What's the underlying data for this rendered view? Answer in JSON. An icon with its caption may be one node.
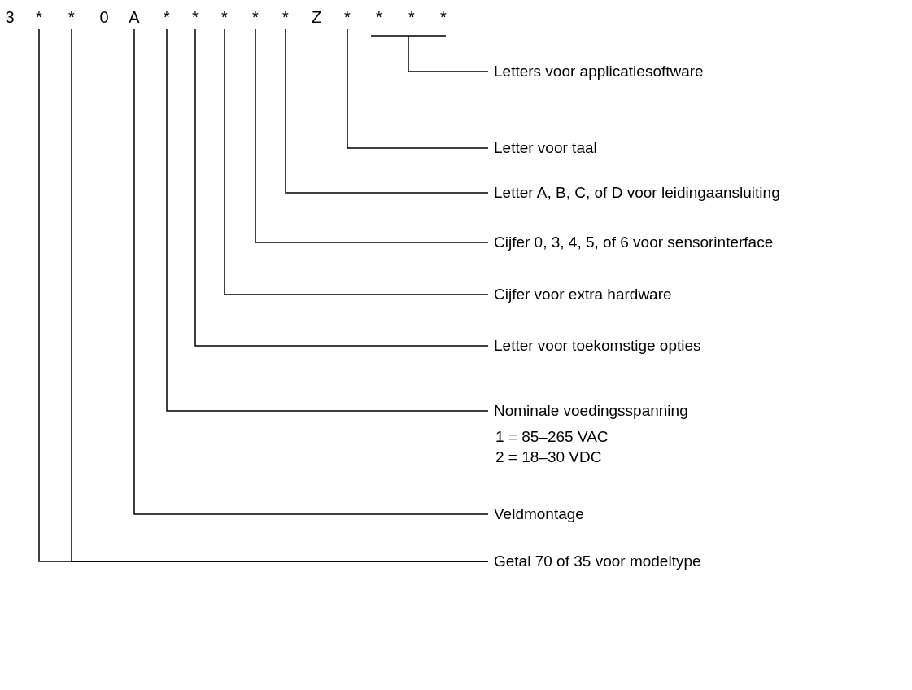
{
  "diagram": {
    "nodes": [
      {
        "text": [
          "3"
        ]
      },
      {
        "text": [
          "*"
        ]
      },
      {
        "text": [
          "*"
        ]
      },
      {
        "text": [
          "0"
        ]
      },
      {
        "text": [
          "A"
        ]
      },
      {
        "text": [
          "*"
        ]
      },
      {
        "text": [
          "*"
        ]
      },
      {
        "text": [
          "*"
        ]
      },
      {
        "text": [
          "*"
        ]
      },
      {
        "text": [
          "*"
        ]
      },
      {
        "text": [
          "Z"
        ]
      },
      {
        "text": [
          "*"
        ]
      },
      {
        "text": [
          "*"
        ]
      },
      {
        "text": [
          "*"
        ]
      },
      {
        "text": [
          "*"
        ]
      },
      {
        "text": [
          "Letters voor applicatiesoftware"
        ]
      },
      {
        "text": [
          "Letter voor taal"
        ]
      },
      {
        "text": [
          "Letter A, B, C, of D voor leidingaansluiting"
        ]
      },
      {
        "text": [
          "Cijfer 0, 3, 4, 5, of 6 voor sensorinterface"
        ]
      },
      {
        "text": [
          "Cijfer voor extra hardware"
        ]
      },
      {
        "text": [
          "Letter voor toekomstige opties"
        ]
      },
      {
        "text": [
          "Nominale voedingsspanning"
        ],
        "beside": [
          "1 = 85–265 VAC",
          "2 = 18–30 VDC"
        ]
      },
      {
        "text": [
          "Veldmontage"
        ]
      },
      {
        "text": [
          "Getal 70 of 35 voor modeltype"
        ]
      }
    ],
    "edges": [
      {
        "from": 1,
        "to": 23,
        "arrow": "none"
      },
      {
        "from": 2,
        "to": 23,
        "arrow": "none"
      },
      {
        "from": 4,
        "to": 22,
        "arrow": "none"
      },
      {
        "from": 5,
        "to": 21,
        "arrow": "none"
      },
      {
        "from": 6,
        "to": 20,
        "arrow": "none"
      },
      {
        "from": 7,
        "to": 19,
        "arrow": "none"
      },
      {
        "from": 8,
        "to": 18,
        "arrow": "none"
      },
      {
        "from": 9,
        "to": 17,
        "arrow": "none"
      },
      {
        "from": 11,
        "to": 16,
        "arrow": "none"
      },
      {
        "from": 12,
        "to": 15,
        "arrow": "none"
      },
      {
        "from": 13,
        "to": 15,
        "arrow": "none"
      },
      {
        "from": 14,
        "to": 15,
        "arrow": "none"
      }
    ]
  }
}
